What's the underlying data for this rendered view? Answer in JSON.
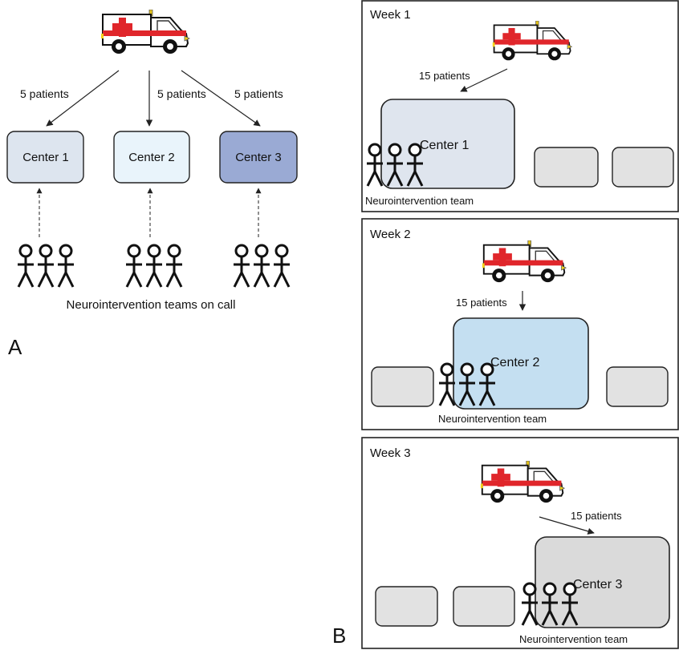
{
  "panel_a": {
    "label": "A",
    "flows": [
      {
        "label": "5 patients"
      },
      {
        "label": "5 patients"
      },
      {
        "label": "5 patients"
      }
    ],
    "centers": [
      {
        "label": "Center 1",
        "color": "#dde5ef"
      },
      {
        "label": "Center 2",
        "color": "#e9f4fb"
      },
      {
        "label": "Center 3",
        "color": "#9aaad4"
      }
    ],
    "caption": "Neurointervention teams on call"
  },
  "panel_b": {
    "label": "B",
    "weeks": [
      {
        "title": "Week 1",
        "patients": "15 patients",
        "center": "Center 1",
        "center_color": "#dfe5ee",
        "team": "Neurointervention team"
      },
      {
        "title": "Week 2",
        "patients": "15 patients",
        "center": "Center 2",
        "center_color": "#c4dff1",
        "team": "Neurointervention team"
      },
      {
        "title": "Week 3",
        "patients": "15 patients",
        "center": "Center 3",
        "center_color": "#dadada",
        "team": "Neurointervention team"
      }
    ],
    "inactive_center_color": "#e2e2e2"
  },
  "colors": {
    "ambulance_red": "#e0262b",
    "beacon": "#f2d21a",
    "arrow": "#222222"
  }
}
